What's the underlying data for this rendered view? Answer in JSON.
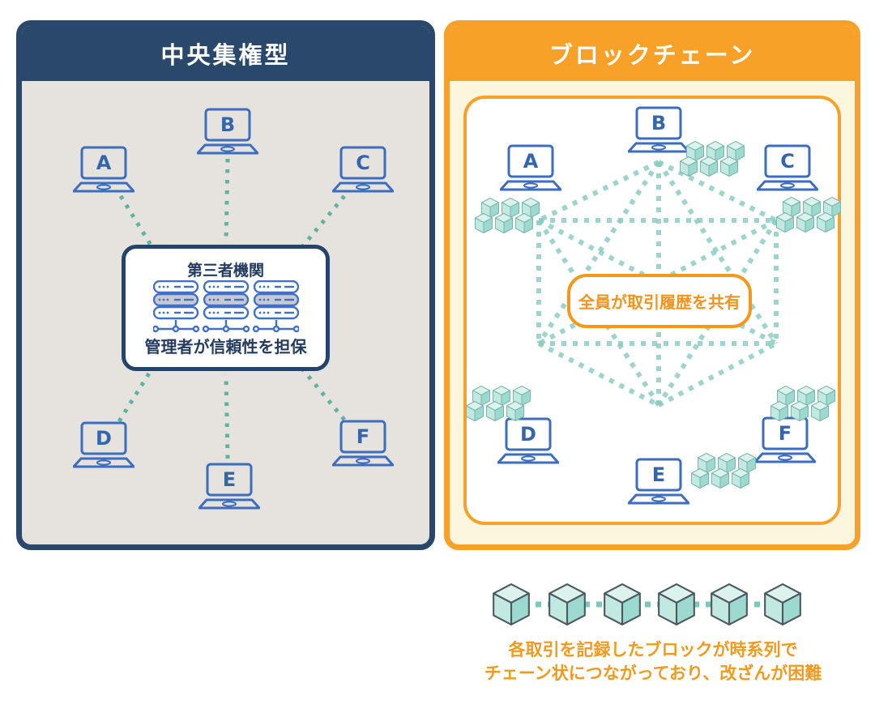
{
  "left_panel": {
    "title": "中央集権型",
    "nodes": [
      {
        "label": "A"
      },
      {
        "label": "B"
      },
      {
        "label": "C"
      },
      {
        "label": "D"
      },
      {
        "label": "E"
      },
      {
        "label": "F"
      }
    ],
    "center_box": {
      "title": "第三者機関",
      "caption": "管理者が信頼性を担保",
      "icon": "server-rack-icon"
    }
  },
  "right_panel": {
    "title": "ブロックチェーン",
    "nodes": [
      {
        "label": "A"
      },
      {
        "label": "B"
      },
      {
        "label": "C"
      },
      {
        "label": "D"
      },
      {
        "label": "E"
      },
      {
        "label": "F"
      }
    ],
    "center_label": "全員が取引履歴を共有",
    "block_clusters": 6,
    "cubes_per_cluster": 6
  },
  "footer": {
    "caption_line1": "各取引を記録したブロックが時系列で",
    "caption_line2": "チェーン状につながっており、改ざんが困難",
    "chain_block_count": 6
  },
  "colors": {
    "navy": "#2A486B",
    "orange": "#F7A128",
    "cream": "#FDF6DE",
    "panel_gray": "#E6E3DF",
    "laptop_blue": "#3C6DBE",
    "teal_dots": "#5FB3A1",
    "mesh_teal": "#8CCDC2",
    "cube_top": "#DCF2ED",
    "cube_left": "#C2E9E1",
    "cube_right": "#9CD9CF",
    "caption_orange": "#EF9A1E"
  }
}
